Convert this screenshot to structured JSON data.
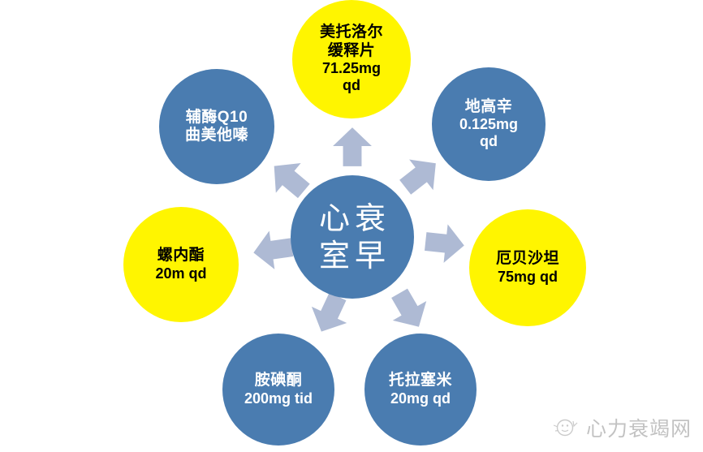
{
  "diagram": {
    "center": {
      "label_line1": "心衰",
      "label_line2": "室早",
      "color": "#4a7cb0"
    },
    "palette": {
      "blue": "#4a7cb0",
      "yellow": "#fff500",
      "arrow": "#aebad4",
      "background": "#ffffff"
    },
    "nodes": [
      {
        "id": "metoprolol",
        "style": "yellow",
        "name_line1": "美托洛尔",
        "name_line2": "缓释片",
        "dose_line1": "71.25mg",
        "dose_line2": "qd"
      },
      {
        "id": "digoxin",
        "style": "blue",
        "name_line1": "地高辛",
        "dose_line1": "0.125mg",
        "dose_line2": "qd"
      },
      {
        "id": "irbesartan",
        "style": "yellow",
        "name_line1": "厄贝沙坦",
        "dose_line1": "75mg qd"
      },
      {
        "id": "torasemide",
        "style": "blue",
        "name_line1": "托拉塞米",
        "dose_line1": "20mg qd"
      },
      {
        "id": "amiodarone",
        "style": "blue",
        "name_line1": "胺碘酮",
        "dose_line1": "200mg tid"
      },
      {
        "id": "spironolactone",
        "style": "yellow",
        "name_line1": "螺内酯",
        "dose_line1": "20m qd"
      },
      {
        "id": "coq10",
        "style": "blue",
        "name_line1": "辅酶Q10",
        "name_line2": "曲美他嗪"
      }
    ]
  },
  "watermark": {
    "text": "心力衰竭网",
    "logo_icon": "smiley-circle-icon"
  }
}
